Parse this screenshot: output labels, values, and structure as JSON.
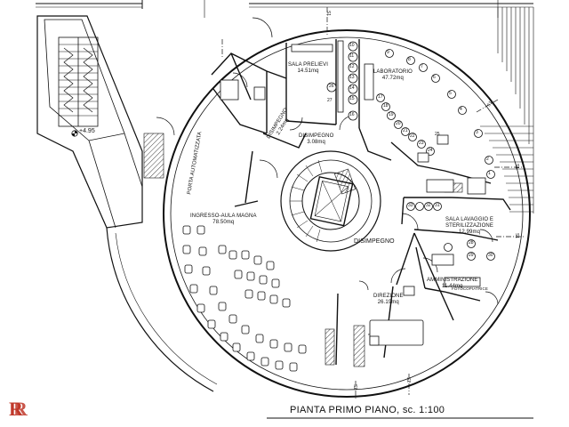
{
  "plan": {
    "title": "PIANTA PRIMO PIANO, sc. 1:100",
    "level_mark": "+4.95",
    "section_marks": [
      "S1",
      "S1",
      "S1",
      "S1",
      "S2",
      "S2"
    ],
    "rooms": [
      {
        "name": "SALA PRELIEVI",
        "area": "14.51mq"
      },
      {
        "name": "LABORATORIO",
        "area": "47.72mq"
      },
      {
        "name": "DISIMPEGNO",
        "area": "2.24mq"
      },
      {
        "name": "DISIMPEGNO",
        "area": "3.08mq"
      },
      {
        "name": "INGRESSO-AULA MAGNA",
        "area": "78.50mq"
      },
      {
        "name": "DISIMPEGNO",
        "area": ""
      },
      {
        "name": "SALA LAVAGGIO E STERILIZZAZIONE",
        "area": "12.99mq"
      },
      {
        "name": "AMMINISTRAZIONE",
        "area": "11.44mq"
      },
      {
        "name": "DIREZIONE",
        "area": "26.19mq"
      },
      {
        "name": "PORTA AUTOMATIZZATA",
        "area": ""
      },
      {
        "name": "FOTOCOPIATRICE",
        "area": ""
      }
    ],
    "numbers": [
      "1",
      "2",
      "3",
      "4",
      "5",
      "6",
      "7",
      "8",
      "9",
      "10",
      "11",
      "12",
      "13",
      "14",
      "15",
      "16",
      "17",
      "18",
      "19",
      "20",
      "21",
      "22",
      "23",
      "24",
      "25",
      "26",
      "27",
      "28",
      "29",
      "30",
      "31",
      "32",
      "33"
    ]
  },
  "logo": {
    "text": "R"
  },
  "colors": {
    "ink": "#111111",
    "logo": "#c0392b",
    "paper": "#ffffff"
  }
}
